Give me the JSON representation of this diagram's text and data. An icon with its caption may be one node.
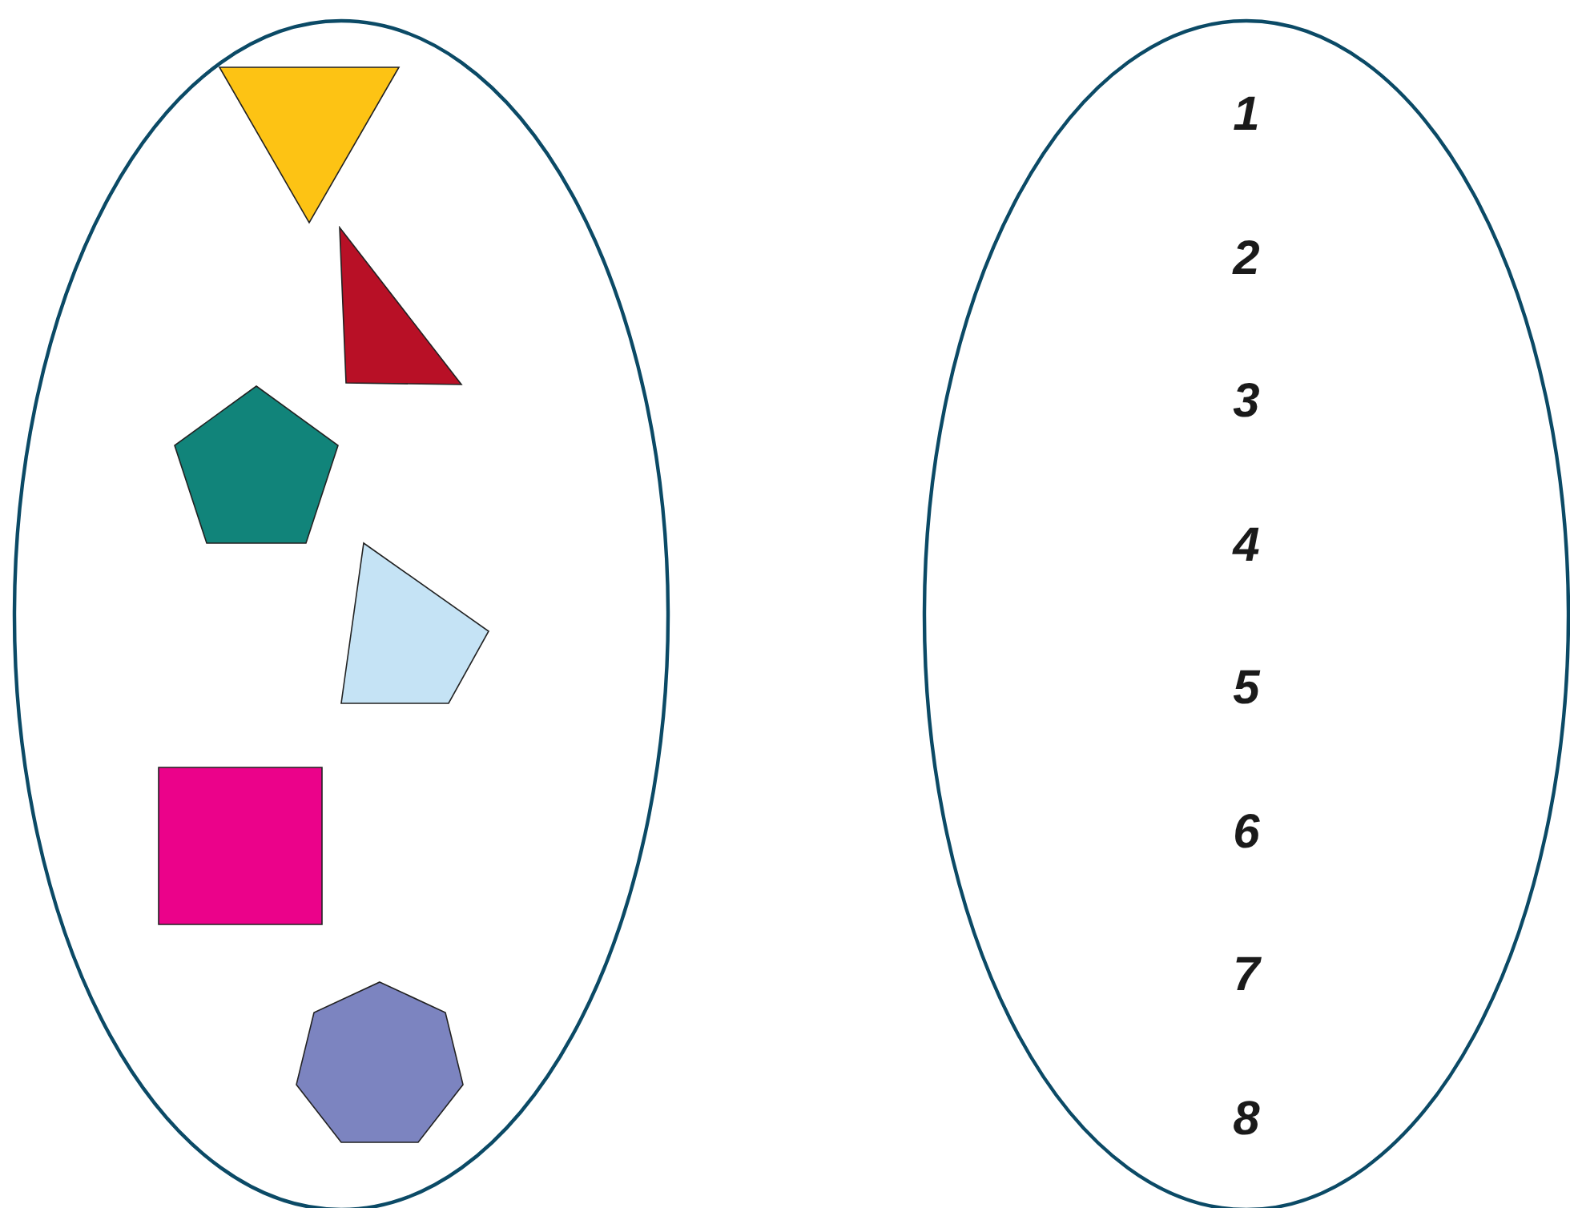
{
  "diagram": {
    "nodes": [
      {
        "text": [],
        "shape": "ellipse"
      },
      {
        "text": [],
        "shape": "triangle",
        "in": 0
      },
      {
        "text": [],
        "shape": "triangle",
        "in": 0
      },
      {
        "text": [],
        "shape": "pentagon",
        "in": 0
      },
      {
        "text": [],
        "shape": "quadrilateral",
        "in": 0
      },
      {
        "text": [],
        "shape": "square",
        "in": 0
      },
      {
        "text": [],
        "shape": "heptagon",
        "in": 0
      },
      {
        "text": [
          "1",
          "2",
          "3",
          "4",
          "5",
          "6",
          "7",
          "8"
        ]
      }
    ]
  }
}
